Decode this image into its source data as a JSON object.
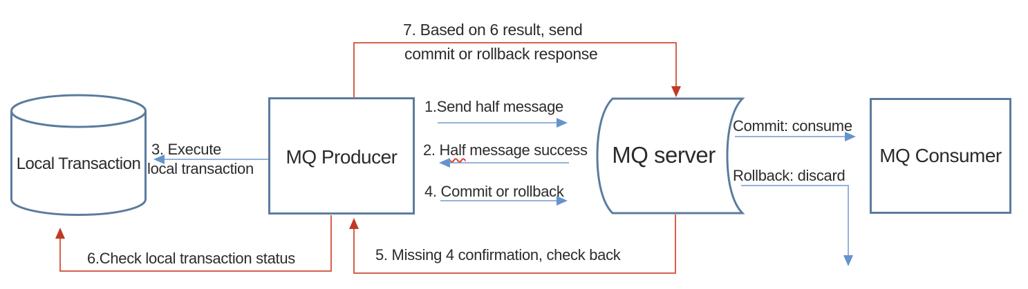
{
  "colors": {
    "node_border": "#5b7b9e",
    "node_fill": "#ffffff",
    "blue_line": "#93b2d9",
    "blue_head": "#6593cc",
    "red_line": "#d4604a",
    "red_head": "#c23a24",
    "text": "#2b2b2b",
    "squiggle": "#e03c31"
  },
  "nodes": {
    "local_transaction": "Local Transaction",
    "mq_producer": "MQ Producer",
    "mq_server": "MQ server",
    "mq_consumer": "MQ Consumer"
  },
  "edges": {
    "step1": "1.Send half message",
    "step2_pre": "2. H",
    "step2_wavy": "alf",
    "step2_post": " message success",
    "step3_line1": "3. Execute",
    "step3_line2": "local transaction",
    "step4": "4. Commit or rollback",
    "step5": "5. Missing 4 confirmation, check back",
    "step6": "6.Check local transaction status",
    "step7_line1": "7. Based on 6 result, send",
    "step7_line2": "commit or rollback response",
    "commit": "Commit: consume",
    "rollback": "Rollback: discard"
  }
}
